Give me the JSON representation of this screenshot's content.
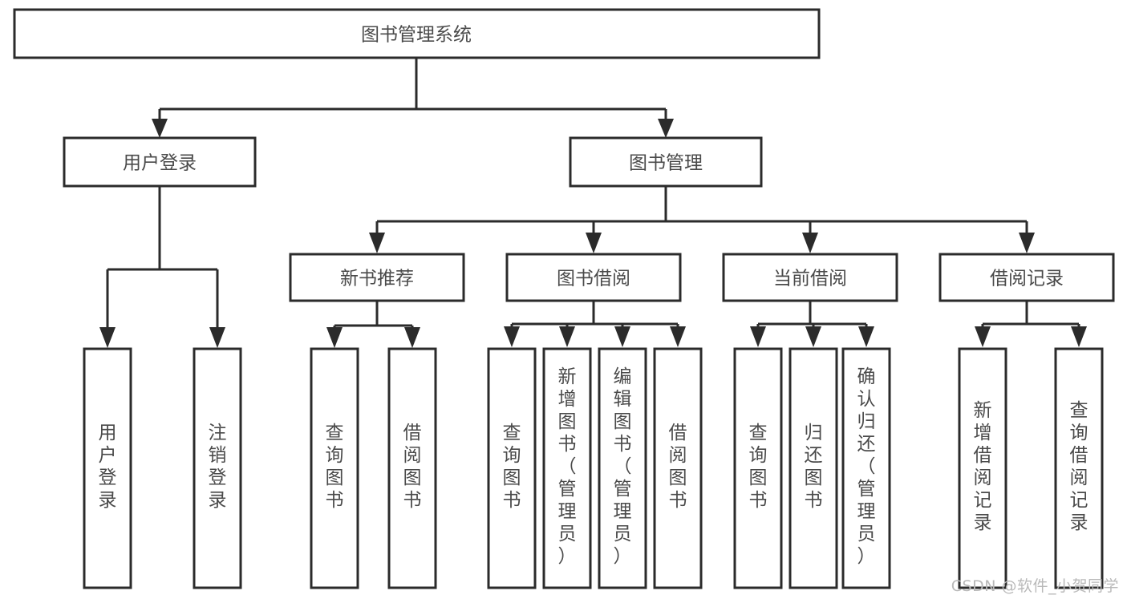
{
  "diagram": {
    "title": "图书管理系统",
    "watermark": "CSDN @软件_小贺同学",
    "colors": {
      "stroke": "#2b2b2b",
      "box_fill": "#ffffff",
      "text": "#4a4a4a",
      "watermark": "#b9b9b9",
      "background": "#ffffff"
    },
    "root": {
      "label": "图书管理系统"
    },
    "level1": [
      {
        "label": "用户登录"
      },
      {
        "label": "图书管理"
      }
    ],
    "level2": [
      {
        "label": "新书推荐"
      },
      {
        "label": "图书借阅"
      },
      {
        "label": "当前借阅"
      },
      {
        "label": "借阅记录"
      }
    ],
    "leaves": {
      "user_login": [
        {
          "label": "用户登录"
        },
        {
          "label": "注销登录"
        }
      ],
      "new_book_recommend": [
        {
          "label": "查询图书"
        },
        {
          "label": "借阅图书"
        }
      ],
      "book_borrow": [
        {
          "label": "查询图书"
        },
        {
          "label": "新增图书（管理员）"
        },
        {
          "label": "编辑图书（管理员）"
        },
        {
          "label": "借阅图书"
        }
      ],
      "current_borrow": [
        {
          "label": "查询图书"
        },
        {
          "label": "归还图书"
        },
        {
          "label": "确认归还（管理员）"
        }
      ],
      "borrow_record": [
        {
          "label": "新增借阅记录"
        },
        {
          "label": "查询借阅记录"
        }
      ]
    }
  }
}
